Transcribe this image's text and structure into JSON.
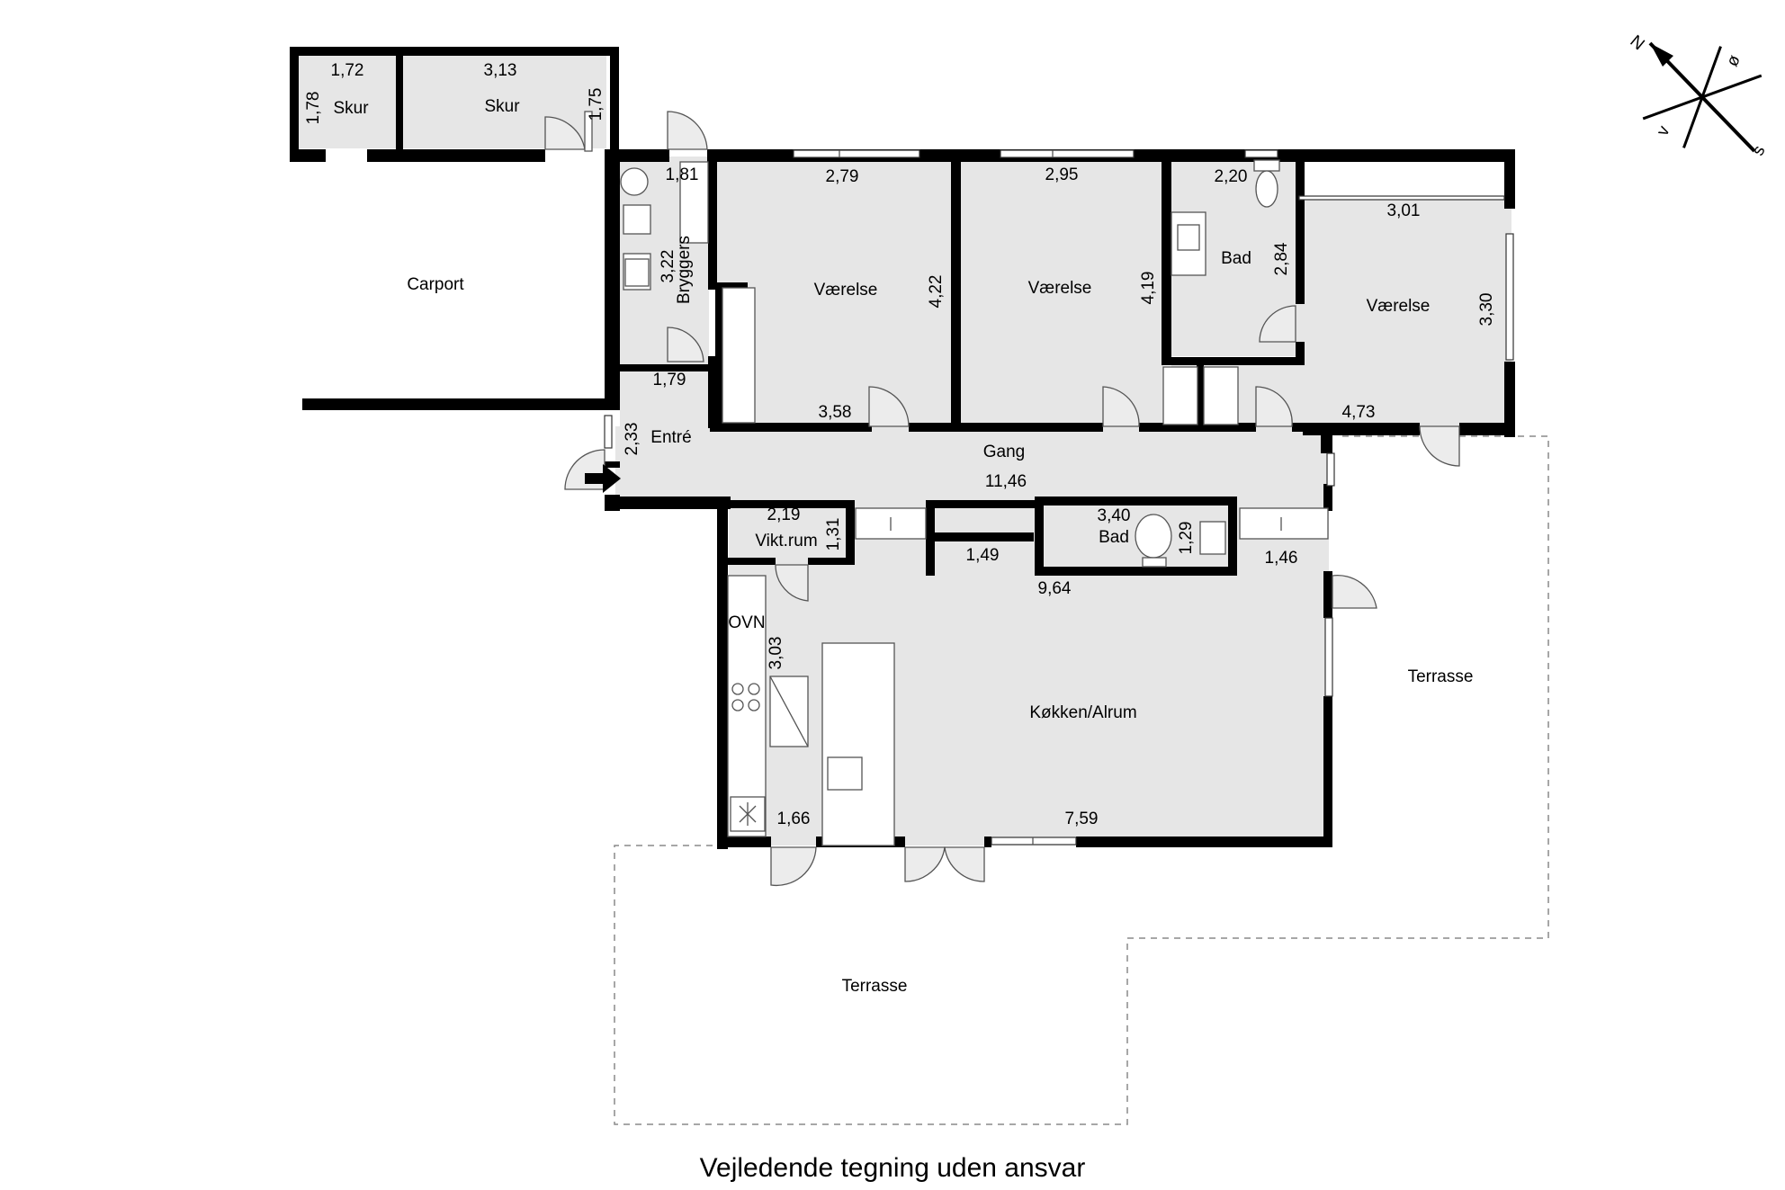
{
  "caption": "Vejledende tegning uden ansvar",
  "compass": {
    "n": "N",
    "o": "ø",
    "s": "s",
    "v": "v"
  },
  "rooms": {
    "skur_small": "Skur",
    "skur_large": "Skur",
    "carport": "Carport",
    "bryggers": "Bryggers",
    "entre": "Entré",
    "gang": "Gang",
    "vaerelse_1": "Værelse",
    "vaerelse_2": "Værelse",
    "vaerelse_3": "Værelse",
    "bad_1": "Bad",
    "bad_2": "Bad",
    "vikt_rum": "Vikt.rum",
    "koekken": "Køkken/Alrum",
    "terrasse_right": "Terrasse",
    "terrasse_bottom": "Terrasse",
    "ovn": "OVN"
  },
  "dims": {
    "skur_small_w": "1,72",
    "skur_small_h": "1,78",
    "skur_large_w": "3,13",
    "skur_large_h": "1,75",
    "bryggers_w": "1,81",
    "bryggers_h": "3,22",
    "entre_w": "1,79",
    "entre_h": "2,33",
    "v1_w": "2,79",
    "v1_h": "4,22",
    "v1_bottom": "3,58",
    "v2_w": "2,95",
    "v2_h": "4,19",
    "bad1_w": "2,20",
    "bad1_h": "2,84",
    "v3_w": "3,01",
    "v3_h": "3,30",
    "v3_bottom": "4,73",
    "gang_len": "11,46",
    "vikt_w": "2,19",
    "vikt_h": "1,31",
    "hall_short": "1,49",
    "bad2_w": "3,40",
    "bad2_h": "1,29",
    "gang_bottom": "9,64",
    "right_short": "1,46",
    "kitchen_side": "3,03",
    "kitchen_left": "1,66",
    "kitchen_bottom": "7,59"
  }
}
